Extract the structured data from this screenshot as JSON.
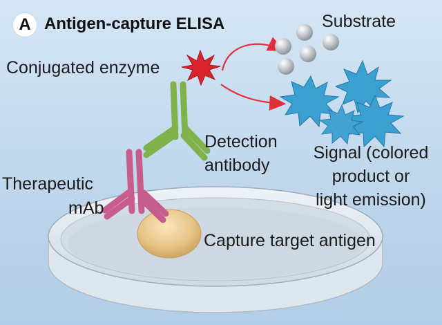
{
  "panel": {
    "letter": "A",
    "title": "Antigen-capture ELISA"
  },
  "labels": {
    "substrate": "Substrate",
    "conjugated_enzyme": "Conjugated enzyme",
    "detection_antibody": [
      "Detection",
      "antibody"
    ],
    "signal": [
      "Signal (colored",
      "product or",
      "light emission)"
    ],
    "therapeutic_mab": [
      "Therapeutic",
      "mAb"
    ],
    "capture_antigen": "Capture target antigen"
  },
  "colors": {
    "background": "#c9dff0",
    "detection_antibody": "#7fb24a",
    "therapeutic_mab": "#c75d8c",
    "enzyme": "#d9242b",
    "signal": "#3b9fd0",
    "antigen": "#e7c488",
    "arrow": "#e0303a",
    "substrate": "#c9cdd1"
  },
  "icons": [
    "enzyme-star-icon",
    "signal-starburst-icon",
    "substrate-sphere-icon",
    "petri-dish-icon",
    "antibody-icon"
  ]
}
